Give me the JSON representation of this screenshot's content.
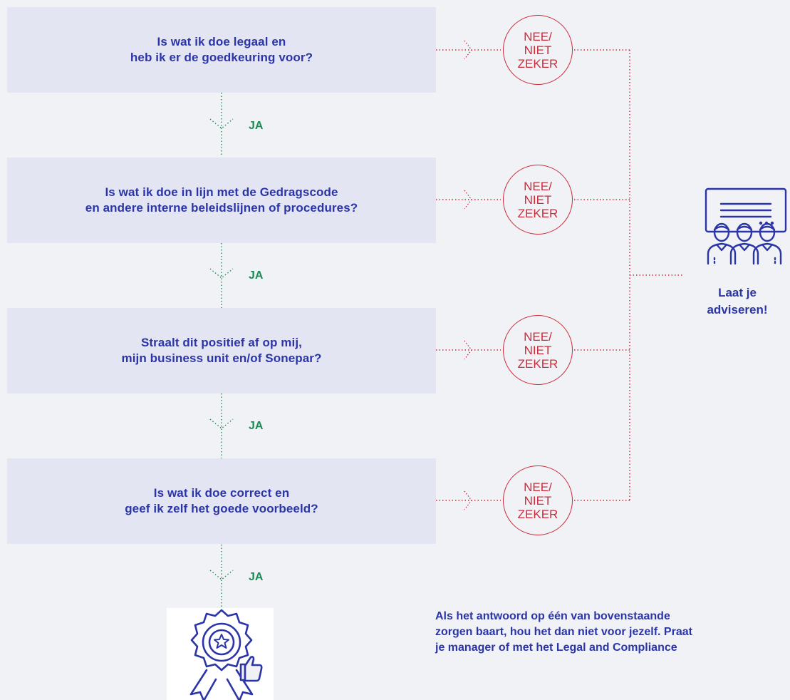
{
  "questions": [
    {
      "lines": [
        "Is wat ik doe legaal en",
        "heb ik er de goedkeuring voor?"
      ]
    },
    {
      "lines": [
        "Is wat ik doe in lijn met de Gedragscode",
        "en andere interne beleidslijnen of procedures?"
      ]
    },
    {
      "lines": [
        "Straalt dit positief af op mij,",
        "mijn business unit en/of Sonepar?"
      ]
    },
    {
      "lines": [
        "Is wat ik doe correct en",
        "geef ik zelf het goede voorbeeld?"
      ]
    }
  ],
  "no_label": [
    "NEE/",
    "NIET",
    "ZEKER"
  ],
  "yes_label": "JA",
  "advise": [
    "Laat je",
    "adviseren!"
  ],
  "note": [
    "Als het antwoord op één van bovenstaande",
    "zorgen baart, hou het dan niet voor jezelf. Praat",
    "je manager of met het Legal and Compliance"
  ],
  "colors": {
    "background": "#f1f2f6",
    "box": "#e3e5f3",
    "question_text": "#2b35a8",
    "yes": "#1f8a55",
    "no": "#cc2b3a",
    "icon": "#2b35a8"
  },
  "icons": [
    "team-meeting-icon",
    "award-rosette-thumbs-up-icon"
  ]
}
